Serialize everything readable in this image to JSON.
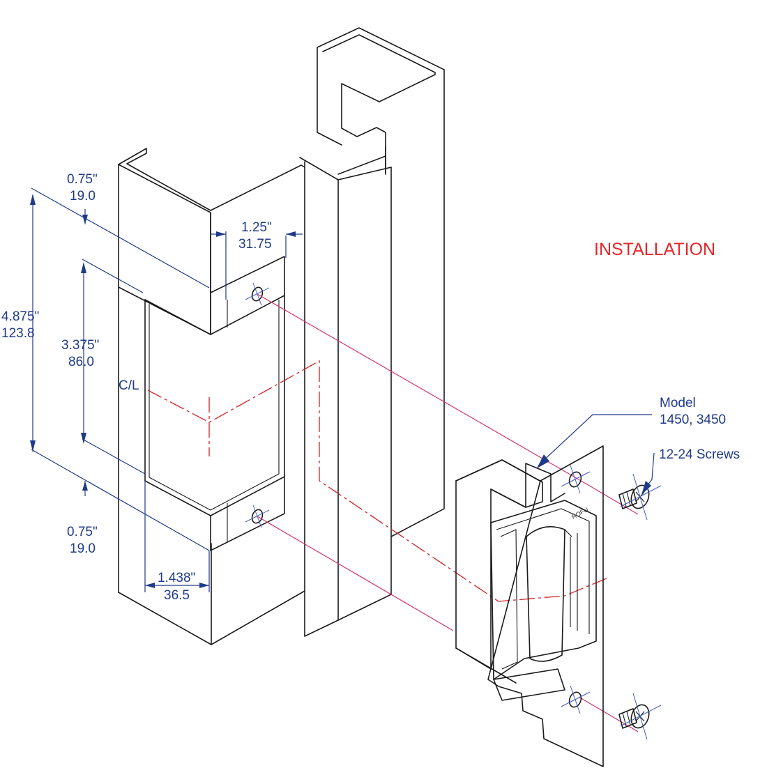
{
  "title": "INSTALLATION",
  "dimensions": {
    "top_offset_in": "0.75\"",
    "top_offset_mm": "19.0",
    "width_in": "1.25\"",
    "width_mm": "31.75",
    "overall_height_in": "4.875\"",
    "overall_height_mm": "123.8",
    "cutout_height_in": "3.375\"",
    "cutout_height_mm": "86.0",
    "bottom_offset_in": "0.75\"",
    "bottom_offset_mm": "19.0",
    "depth_in": "1.438\"",
    "depth_mm": "36.5"
  },
  "centerline_label": "C/L",
  "callouts": {
    "model_label": "Model",
    "model_numbers": "1450, 3450",
    "screws_label": "12-24 Screws"
  },
  "brand_mark": "ROFU",
  "colors": {
    "drawing": "#1a1a1a",
    "dimension": "#1f3a8a",
    "centerline": "#d42020",
    "alignment": "#d6336c",
    "title": "#e8262a"
  }
}
